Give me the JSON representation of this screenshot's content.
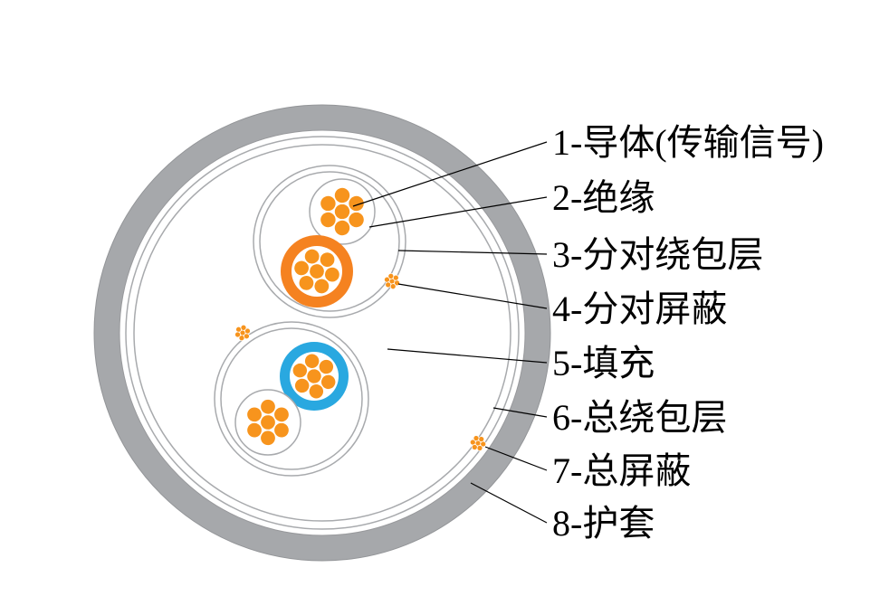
{
  "diagram": {
    "type": "cable-cross-section",
    "colors": {
      "background": "#ffffff",
      "sheath_gray": "#a6a8ab",
      "layer_line_gray": "#a8aaad",
      "insulation_orange": "#f58220",
      "insulation_blue": "#29a8e0",
      "conductor_orange": "#f7941d",
      "leader_line_black": "#000000"
    },
    "labels": [
      {
        "index": "1",
        "text": "1-导体(传输信号)"
      },
      {
        "index": "2",
        "text": "2-绝缘"
      },
      {
        "index": "3",
        "text": "3-分对绕包层"
      },
      {
        "index": "4",
        "text": "4-分对屏蔽"
      },
      {
        "index": "5",
        "text": "5-填充"
      },
      {
        "index": "6",
        "text": "6-总绕包层"
      },
      {
        "index": "7",
        "text": "7-总屏蔽"
      },
      {
        "index": "8",
        "text": "8-护套"
      }
    ]
  }
}
